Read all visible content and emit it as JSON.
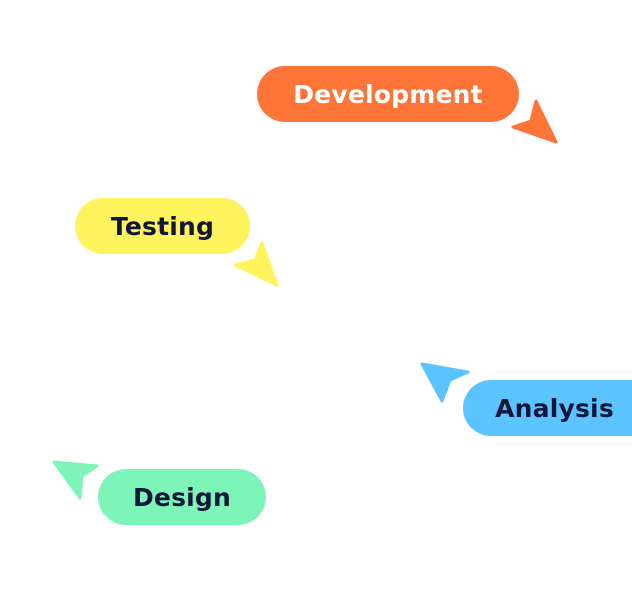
{
  "diagram": {
    "stages": [
      {
        "id": "development",
        "label": "Development",
        "fill": "#FF7538",
        "text_color": "#FFFFFF"
      },
      {
        "id": "testing",
        "label": "Testing",
        "fill": "#FFF35E",
        "text_color": "#12163A"
      },
      {
        "id": "analysis",
        "label": "Analysis",
        "fill": "#5BC4FF",
        "text_color": "#12163A"
      },
      {
        "id": "design",
        "label": "Design",
        "fill": "#7DF5B9",
        "text_color": "#12163A"
      }
    ],
    "pointer_icons": [
      "arrow-pointer-icon"
    ]
  }
}
